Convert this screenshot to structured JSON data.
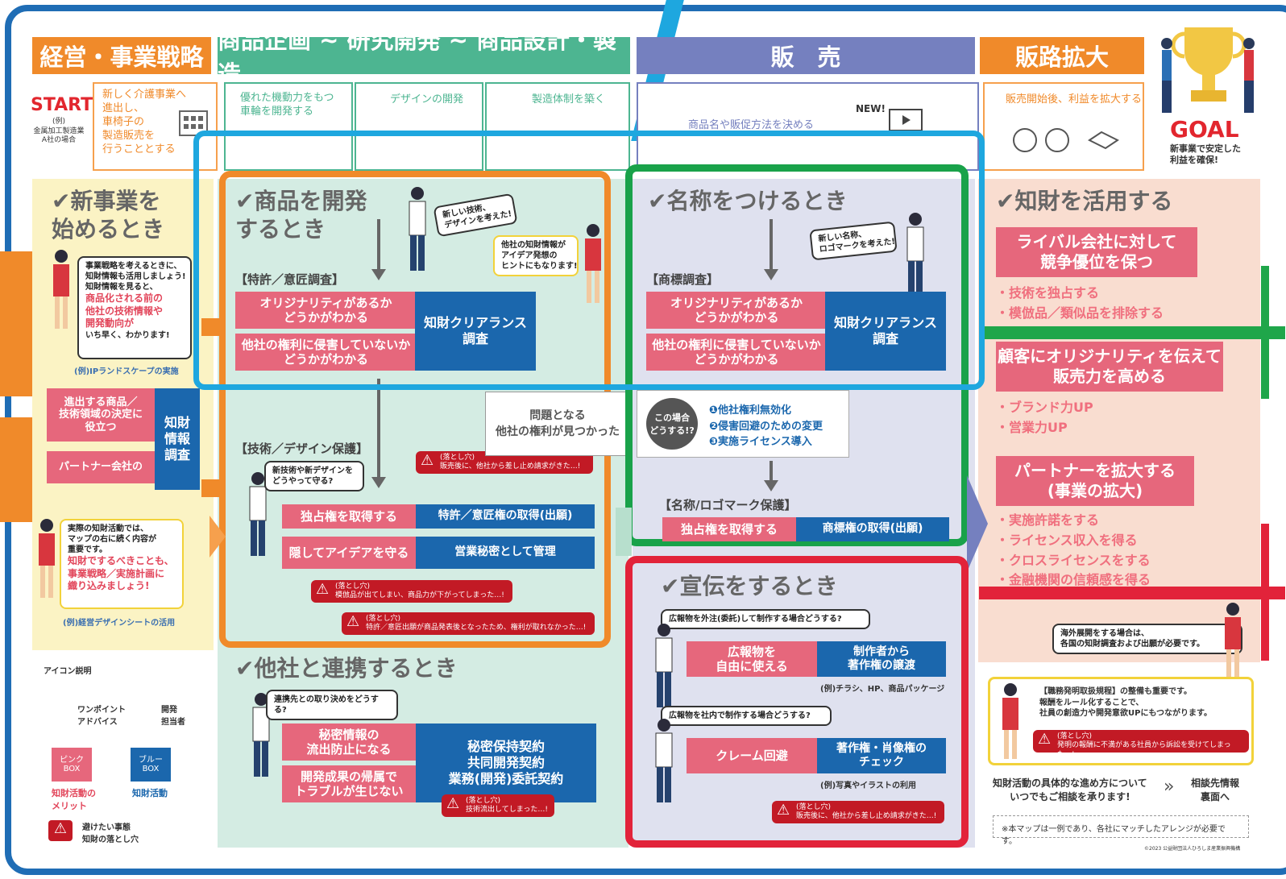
{
  "banners": {
    "strategy": "経営・事業戦略",
    "development": "商品企画 ~ 研究開発 ~ 商品設計・製造",
    "sales": "販　売",
    "expansion": "販路拡大"
  },
  "start": {
    "label": "START",
    "sub": "(例)\n金属加工製造業\nA社の場合",
    "text": "新しく介護事業へ\n進出し、\n車椅子の\n製造販売を\n行うこととする"
  },
  "flow": {
    "step1": "優れた機動力をもつ\n車輪を開発する",
    "step2": "デザインの開発",
    "step3": "製造体制を築く",
    "step4": "商品名や販促方法を決める",
    "new_badge": "NEW!",
    "step5": "販売開始後、利益を拡大する"
  },
  "goal": {
    "label": "GOAL",
    "text": "新事業で安定した\n利益を確保!"
  },
  "new_business": {
    "title": "新事業を\n始めるとき",
    "advice_a": "事業戦略を考えるときに、\n知財情報も活用しましょう!\n知財情報を見ると、",
    "advice_b": "商品化される前の\n他社の技術情報や\n開発動向が",
    "advice_c": "いち早く、わかります!",
    "example1": "(例)IPランドスケープの実施",
    "pink1": "進出する商品／\n技術領域の決定に\n役立つ",
    "pink2": "パートナー会社の",
    "blue": "知財\n情報\n調査",
    "advice2_a": "実際の知財活動では、\nマップの右に続く内容が\n重要です。",
    "advice2_b": "知財でするべきことも、\n事業戦略／実施計画に\n織り込みましょう!",
    "example2": "(例)経営デザインシートの活用"
  },
  "icon_legend": {
    "title": "アイコン説明",
    "one_point": "ワンポイント\nアドバイス",
    "developer": "開発\n担当者",
    "pink_box": "ピンク\nBOX",
    "blue_box": "ブルー\nBOX",
    "pink_desc": "知財活動の\nメリット",
    "blue_desc": "知財活動",
    "pitfall_desc": "避けたい事態\n知財の落とし穴"
  },
  "develop": {
    "title": "商品を開発\nするとき",
    "speech": "新しい技術、\nデザインを考えた!",
    "advice": "他社の知財情報が\nアイデア発想の\nヒントにもなります!",
    "survey_label": "【特許／意匠調査】",
    "pink1": "オリジナリティがあるか\nどうかがわかる",
    "pink2": "他社の権利に侵害していないか\nどうかがわかる",
    "blue": "知財クリアランス\n調査",
    "protect_label": "【技術／デザイン保護】",
    "question": "新技術や新デザインを\nどうやって守る?",
    "pink3": "独占権を取得する",
    "blue3": "特許／意匠権の取得(出願)",
    "pink4": "隠してアイデアを守る",
    "blue4": "営業秘密として管理",
    "warn1_h": "(落とし穴)",
    "warn1": "販売後に、他社から差し止め請求がきた…!",
    "warn2_h": "(落とし穴)",
    "warn2": "模倣品が出てしまい、商品力が下がってしまった…!",
    "warn3_h": "(落とし穴)",
    "warn3": "特許／意匠出願が商品発表後となったため、権利が取れなかった…!"
  },
  "problem": "問題となる\n他社の権利が見つかった",
  "naming": {
    "title": "名称をつけるとき",
    "speech": "新しい名称、\nロゴマークを考えた!",
    "survey_label": "【商標調査】",
    "pink1": "オリジナリティがあるか\nどうかがわかる",
    "pink2": "他社の権利に侵害していないか\nどうかがわかる",
    "blue": "知財クリアランス\n調査",
    "this_case": "この場合\nどうする!?",
    "opt1": "❶他社権利無効化",
    "opt2": "❷侵害回避のための変更",
    "opt3": "❸実施ライセンス導入",
    "protect_label": "【名称/ロゴマーク保護】",
    "pink3": "独占権を取得する",
    "blue3": "商標権の取得(出願)"
  },
  "partner": {
    "title": "他社と連携するとき",
    "question": "連携先との取り決めをどうする?",
    "pink1": "秘密情報の\n流出防止になる",
    "pink2": "開発成果の帰属で\nトラブルが生じない",
    "blue": "秘密保持契約\n共同開発契約\n業務(開発)委託契約",
    "warn_h": "(落とし穴)",
    "warn": "技術流出してしまった…!"
  },
  "ad": {
    "title": "宣伝をするとき",
    "q1": "広報物を外注(委託)して制作する場合どうする?",
    "pink1": "広報物を\n自由に使える",
    "blue1": "制作者から\n著作権の譲渡",
    "ex1": "(例)チラシ、HP、商品パッケージ",
    "q2": "広報物を社内で制作する場合どうする?",
    "pink2": "クレーム回避",
    "blue2": "著作権・肖像権の\nチェック",
    "ex2": "(例)写真やイラストの利用",
    "warn_h": "(落とし穴)",
    "warn": "販売後に、他社から差し止め請求がきた…!"
  },
  "utilize": {
    "title": "知財を活用する",
    "head1": "ライバル会社に対して\n競争優位を保つ",
    "b1": "・技術を独占する",
    "b2": "・模倣品／類似品を排除する",
    "head2": "顧客にオリジナリティを伝えて\n販売力を高める",
    "b3": "・ブランド力UP",
    "b4": "・営業力UP",
    "head3": "パートナーを拡大する\n(事業の拡大)",
    "b5": "・実施許諾をする",
    "b6": "・ライセンス収入を得る",
    "b7": "・クロスライセンスをする",
    "b8": "・金融機関の信頼感を得る",
    "overseas": "海外展開をする場合は、\n各国の知財調査および出願が必要です。",
    "rules_a": "【職務発明取扱規程】の整備も重要です。",
    "rules_b": "報酬をルール化することで、\n社員の創造力や開発意欲UPにもつながります。",
    "warn_h": "(落とし穴)",
    "warn": "発明の報酬に不満がある社員から訴訟を受けてしまった…!",
    "consult": "知財活動の具体的な進め方について\nいつでもご相談を承ります!",
    "consult_link": "相談先情報\n裏面へ",
    "disclaimer": "※本マップは一例であり、各社にマッチしたアレンジが必要です。",
    "copyright": "©2023 公益財団法人ひろしま産業振興機構"
  }
}
